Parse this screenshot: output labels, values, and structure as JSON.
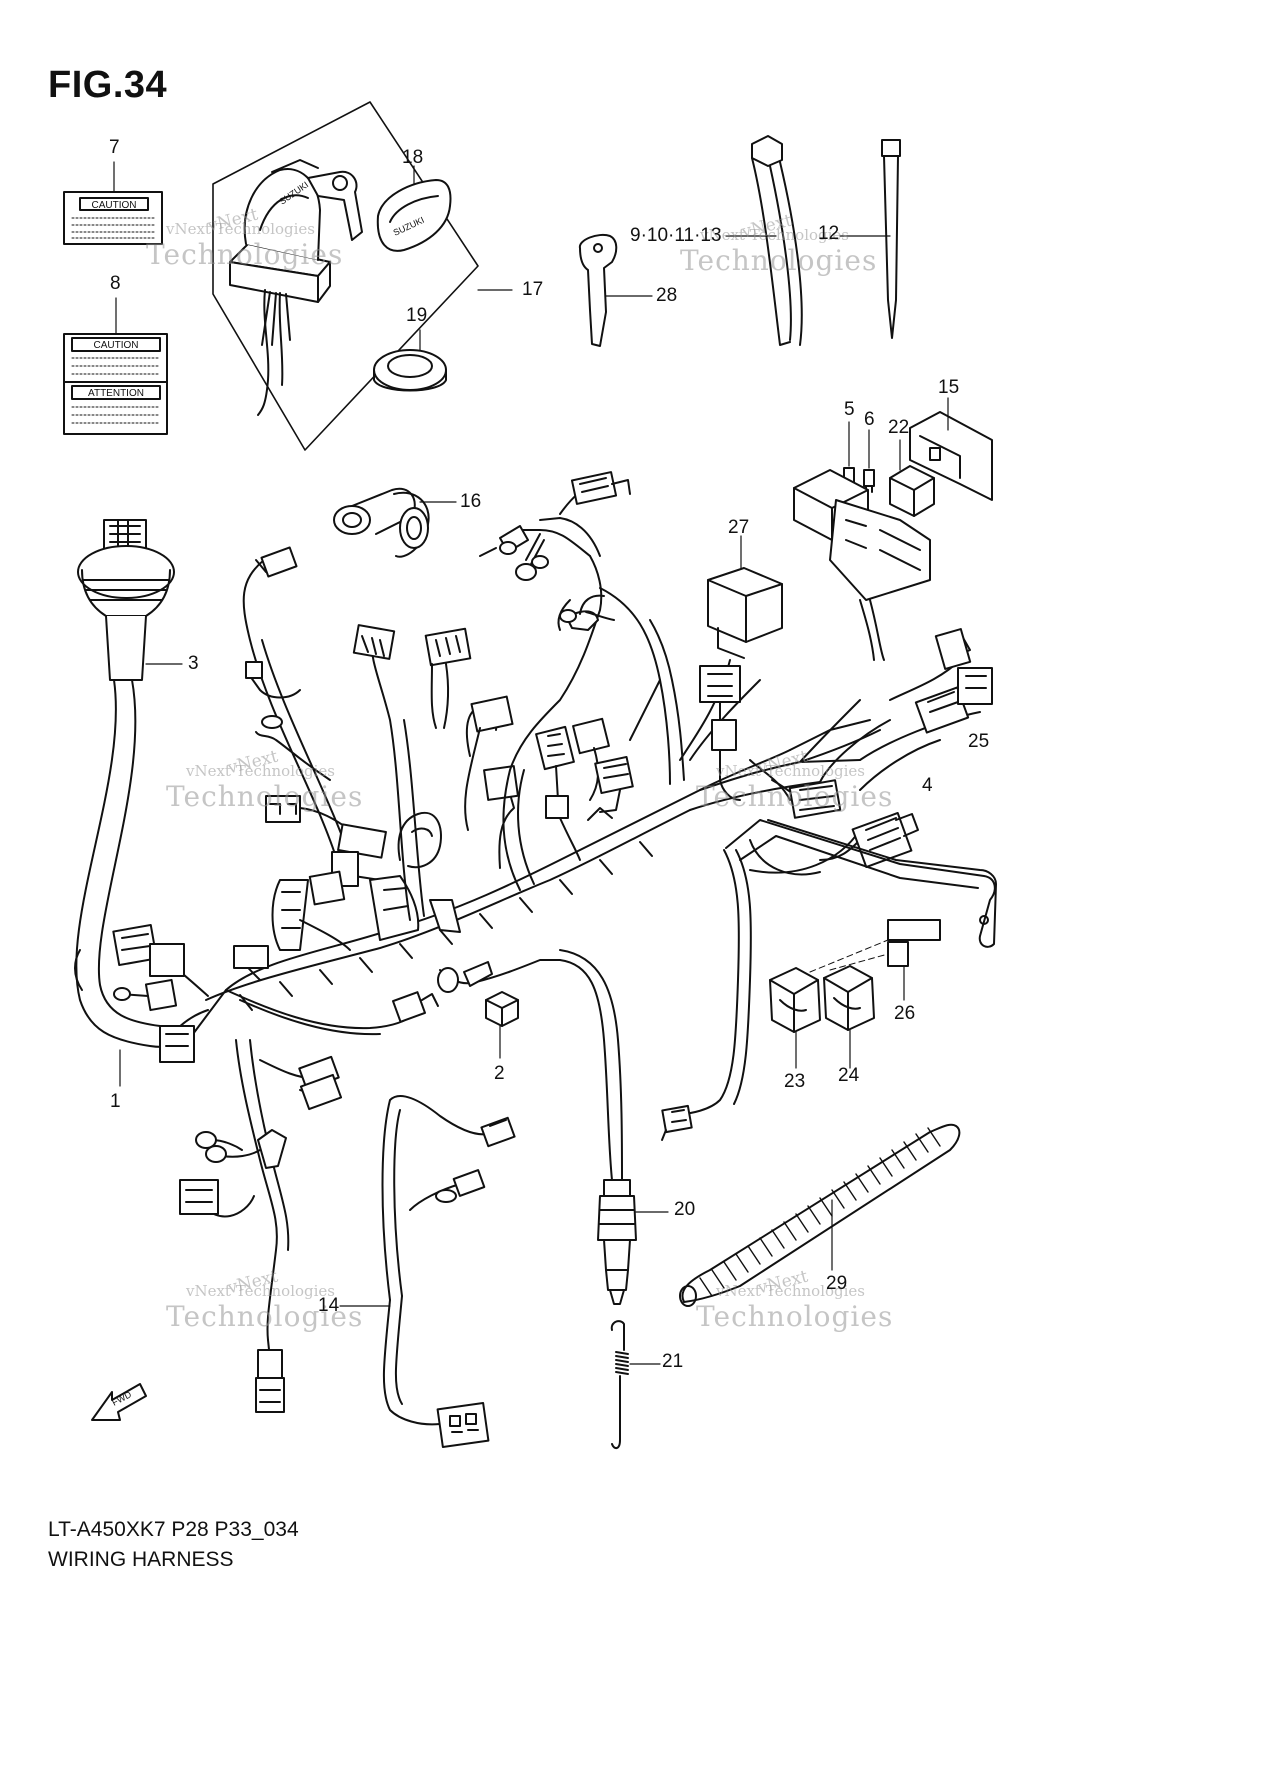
{
  "figure": {
    "title": "FIG.34",
    "model_code": "LT-A450XK7 P28 P33_034",
    "name": "WIRING HARNESS"
  },
  "labels": {
    "caution": "CAUTION",
    "attention": "ATTENTION",
    "brand": "SUZUKI",
    "fwd": "FWD"
  },
  "callouts": {
    "c1": "1",
    "c2": "2",
    "c3": "3",
    "c4": "4",
    "c5": "5",
    "c6": "6",
    "c7": "7",
    "c8": "8",
    "c9": "9·10·11·13",
    "c12": "12",
    "c14": "14",
    "c15": "15",
    "c16": "16",
    "c17": "17",
    "c18": "18",
    "c19": "19",
    "c20": "20",
    "c21": "21",
    "c22": "22",
    "c23": "23",
    "c24": "24",
    "c25": "25",
    "c26": "26",
    "c27": "27",
    "c28": "28",
    "c29": "29"
  },
  "watermark": {
    "top": "vNext",
    "line1": "vNext Technologies",
    "line2": "Technologies"
  }
}
